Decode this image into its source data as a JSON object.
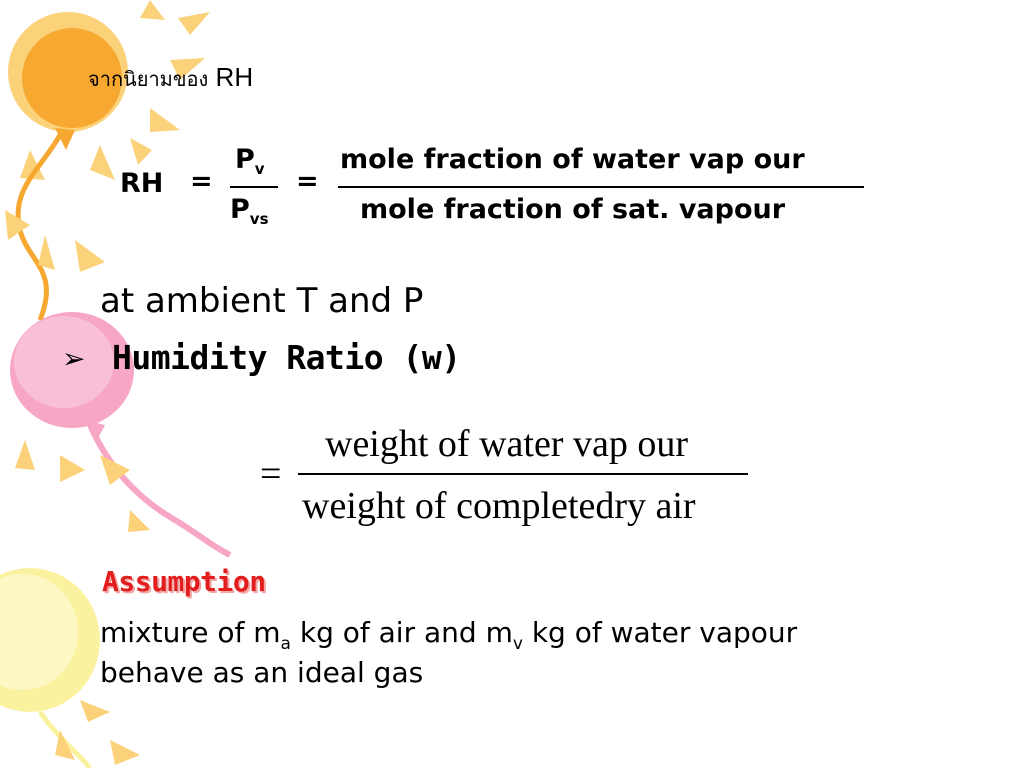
{
  "slide": {
    "heading": {
      "thai": "จากนิยามของ",
      "rh": "RH"
    },
    "rh_equation": {
      "lhs": "RH",
      "equals": "=",
      "num_symbol": "P",
      "num_sub": "v",
      "den_symbol": "P",
      "den_sub": "vs",
      "numerator_text": "mole fraction of water vap our",
      "denominator_text": "mole fraction of sat. vapour"
    },
    "ambient_text": "at ambient T and P",
    "humidity_ratio": {
      "bullet": "➢",
      "title": "Humidity Ratio (w)"
    },
    "w_equation": {
      "equals": "=",
      "numerator": "weight of water vap our",
      "denominator": "weight of completedry air"
    },
    "assumption": {
      "title": "Assumption",
      "line1_a": "mixture of m",
      "line1_sub_a": "a",
      "line1_b": " kg of air and m",
      "line1_sub_v": "v",
      "line1_c": " kg of water vapour",
      "line2": "behave as an ideal gas"
    }
  },
  "colors": {
    "sun": "#f7a830",
    "sun_light": "#fbd27a",
    "pink": "#f7a6c6",
    "yellow": "#fbf2a0",
    "assumption_red": "#e11d1d"
  }
}
